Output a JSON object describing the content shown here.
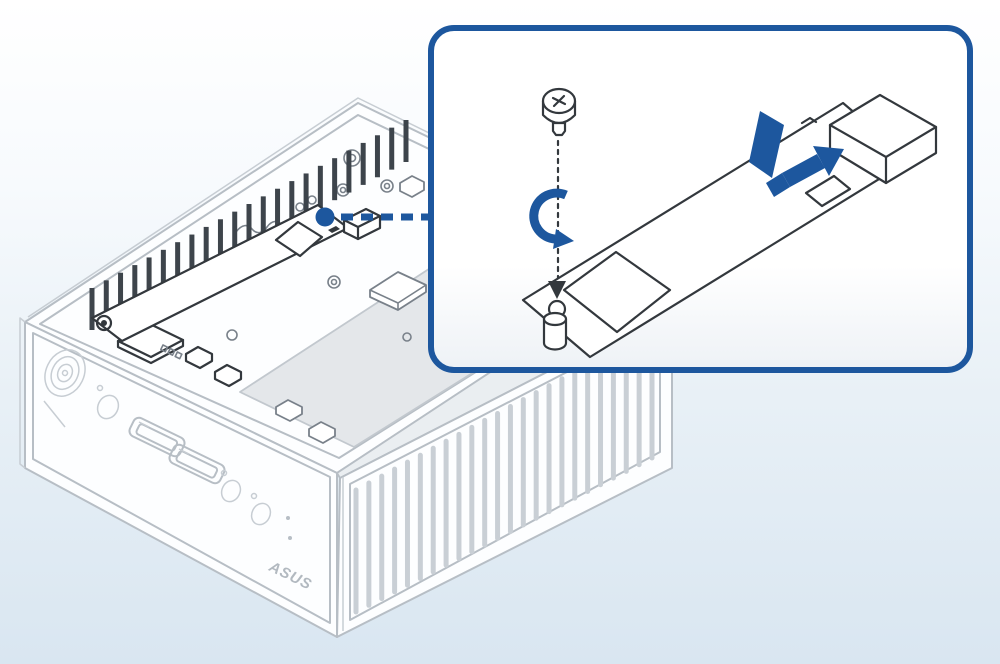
{
  "brand": {
    "logo_text": "ASUS"
  },
  "device": {
    "views": [
      "open-top-chassis",
      "front-io-panel",
      "side-vent-grille"
    ],
    "front_panel_items": [
      "power-button",
      "function-button",
      "usb-port",
      "usb-port",
      "headphone-jack",
      "mic-jack",
      "status-leds",
      "asus-logo"
    ],
    "interior_items": [
      "vent-fins",
      "m2-ssd-installed",
      "wifi-antenna-cables",
      "drive-tray-panel",
      "screw-standoffs"
    ]
  },
  "callout": {
    "shape": "rounded-rectangle",
    "elements": [
      "phillips-screw",
      "screw-axis-dotted-line",
      "clockwise-rotation-arrow",
      "m2-ssd-card",
      "ssd-label-pad",
      "m2-key-notch",
      "standoff-post",
      "m2-socket",
      "insert-direction-arrow",
      "insert-highlight-flag"
    ],
    "leader": [
      "leader-dot",
      "leader-dashed-line"
    ]
  },
  "colors": {
    "accent_blue": "#1d579e",
    "line_dark": "#33383d",
    "line_gray": "#b7bec5",
    "line_light": "#c7cdd3",
    "fin_dark": "#3d444b",
    "tray_gray": "#e4e7ea",
    "bg_top": "#ffffff",
    "bg_bottom": "#d9e6f1",
    "callout_bg": "#ffffff"
  }
}
